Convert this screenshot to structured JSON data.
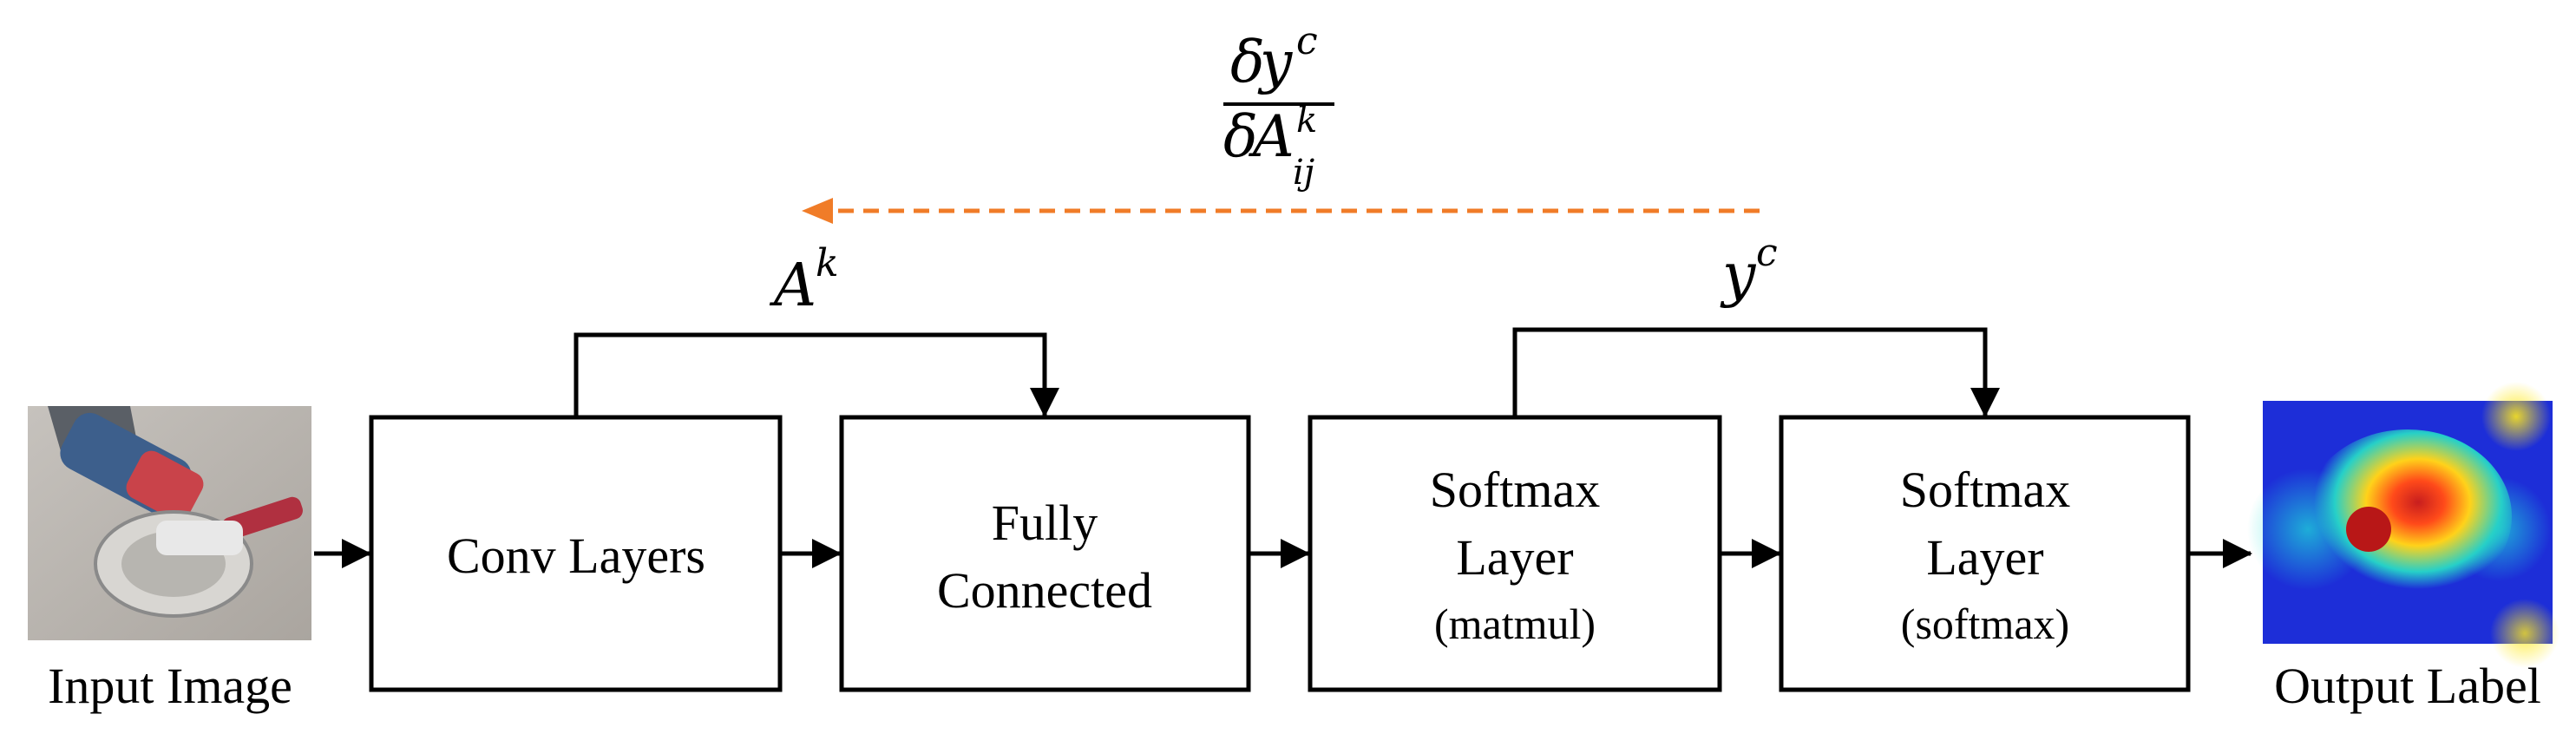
{
  "input": {
    "label": "Input Image"
  },
  "output": {
    "label": "Output Label"
  },
  "blocks": {
    "conv": {
      "line1": "Conv Layers"
    },
    "fc": {
      "line1": "Fully",
      "line2": "Connected"
    },
    "softmax_matmul": {
      "line1": "Softmax",
      "line2": "Layer",
      "line3": "(matmul)"
    },
    "softmax_softmax": {
      "line1": "Softmax",
      "line2": "Layer",
      "line3": "(softmax)"
    }
  },
  "annotations": {
    "activation": {
      "base": "A",
      "sup": "k"
    },
    "score": {
      "base": "y",
      "sup": "c"
    },
    "gradient": {
      "num_delta": "δ",
      "num_base": "y",
      "num_sup": "c",
      "den_delta": "δ",
      "den_base": "A",
      "den_sup": "k",
      "den_sub": "ij"
    }
  },
  "colors": {
    "gradient_arrow": "#f07c28",
    "stroke": "#000000"
  }
}
